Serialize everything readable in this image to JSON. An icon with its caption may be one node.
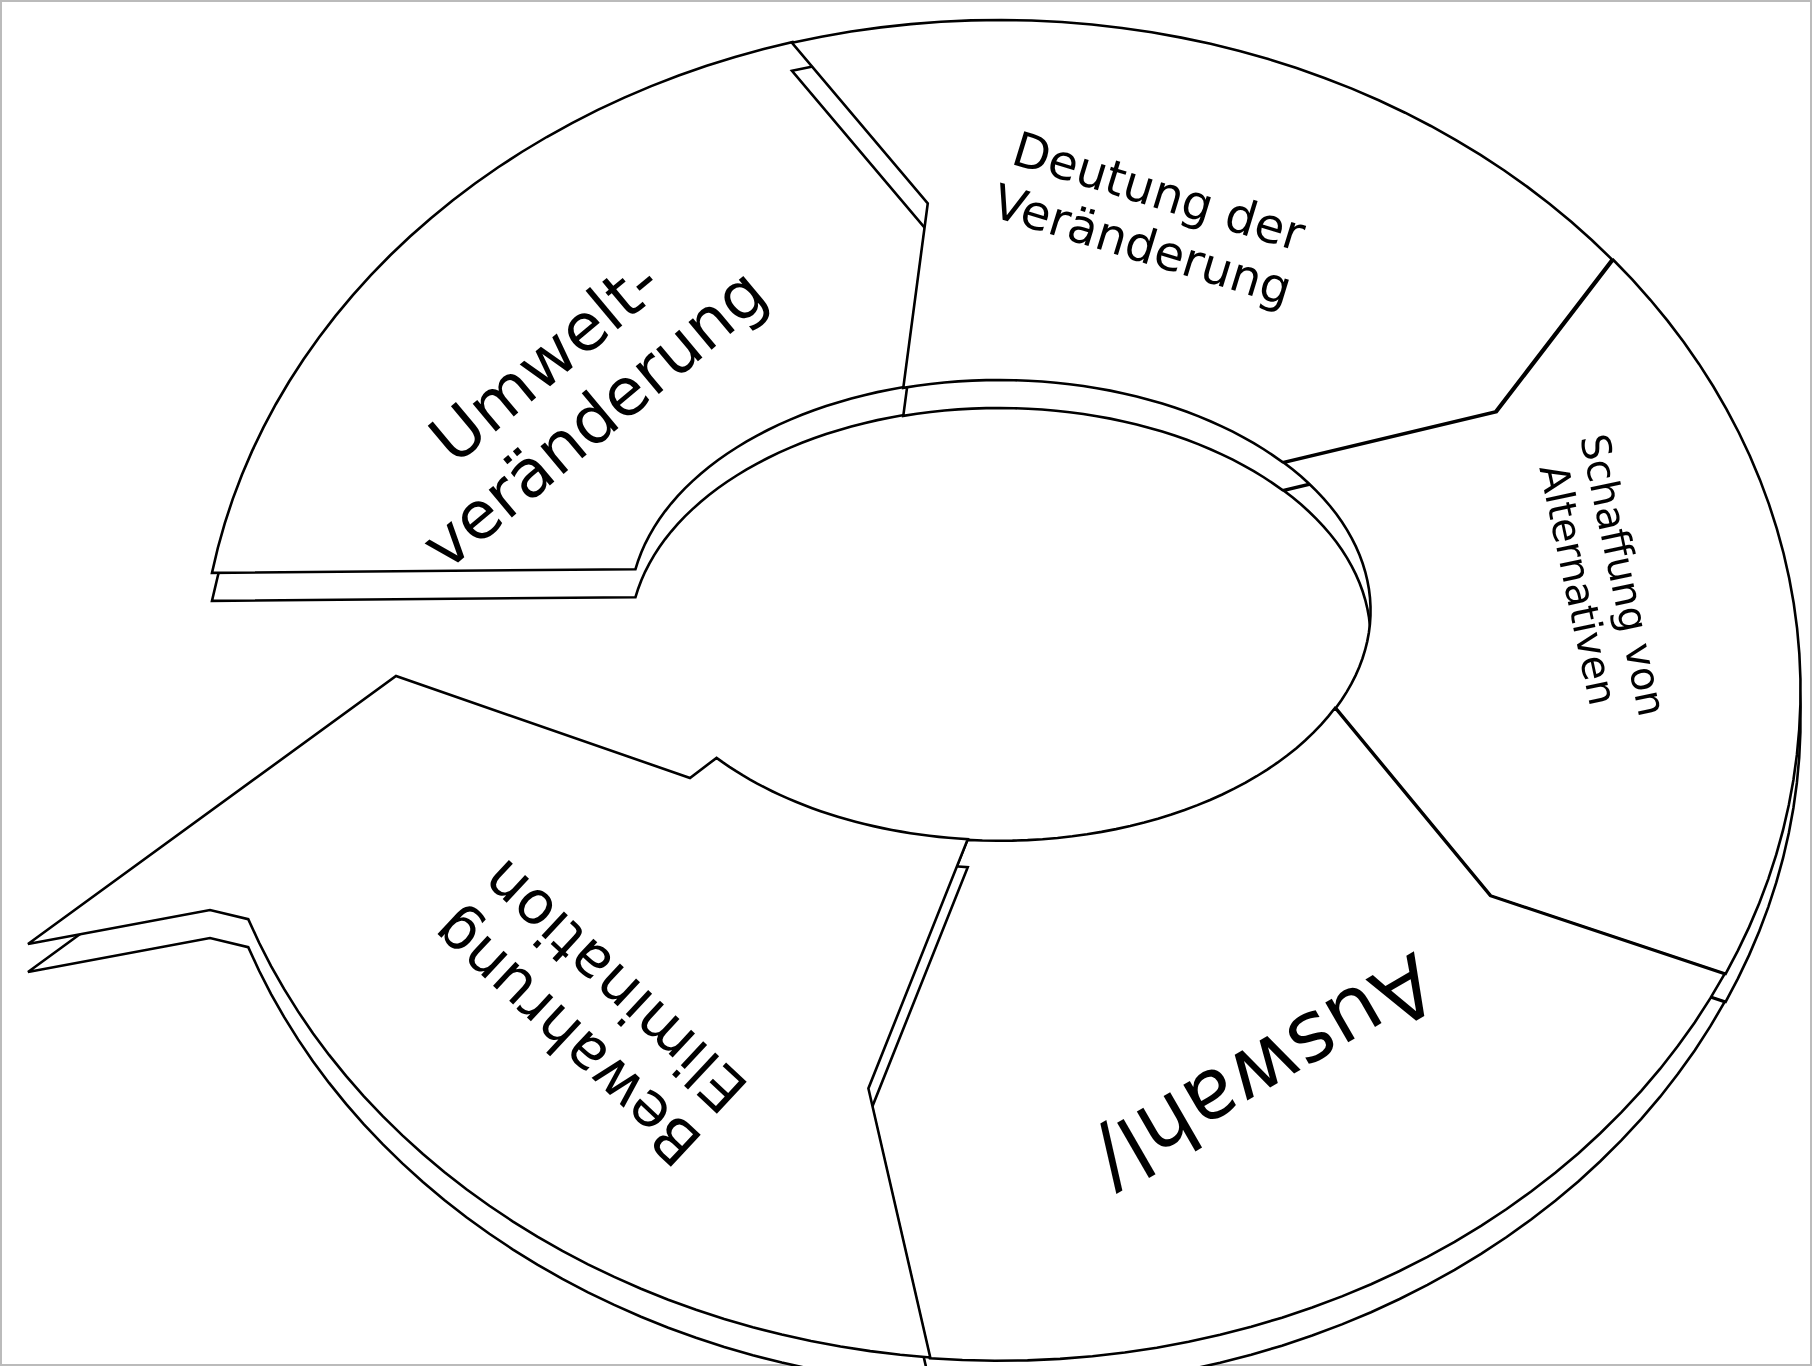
{
  "diagram": {
    "nodes": [
      {
        "text": [
          "Umwelt- veränderung"
        ]
      },
      {
        "text": [
          "Deutung der Veränderung"
        ]
      },
      {
        "text": [
          "Schaffung von Alternativen"
        ]
      },
      {
        "text": [
          "Auswahl/"
        ]
      },
      {
        "text": [
          "Bewahrung Elimination"
        ]
      }
    ]
  }
}
